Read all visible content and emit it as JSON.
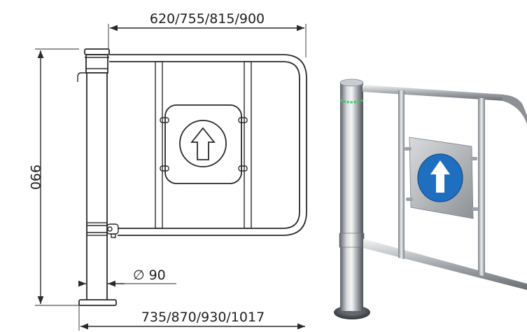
{
  "drawing": {
    "width_label": "620/755/815/900",
    "height_label": "990",
    "diameter_label": "∅ 90",
    "length_label": "735/870/930/1017"
  },
  "icons": {
    "drawing_sign": "up-arrow-icon",
    "photo_sign": "up-arrow-icon"
  },
  "colors": {
    "sign_blue": "#1e6fc0",
    "led_green": "#30d060",
    "steel_light": "#e4e6e8",
    "steel_dark": "#6f7378"
  }
}
